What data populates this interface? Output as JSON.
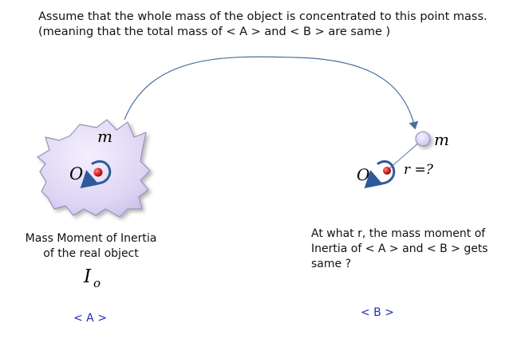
{
  "note": {
    "line1": "Assume that the whole mass of the object is concentrated to this point mass.",
    "line2": "(meaning that the total mass of < A > and < B > are same )"
  },
  "object_a": {
    "mass_symbol": "m",
    "origin_symbol": "O",
    "caption_line1": "Mass Moment of Inertia",
    "caption_line2": "of the real object",
    "inertia_symbol": "I",
    "inertia_subscript": "o",
    "tag": "< A >"
  },
  "object_b": {
    "mass_symbol": "m",
    "origin_symbol": "O",
    "radius_label": "r =?",
    "question_line1": "At what r, the mass moment of",
    "question_line2": "Inertia of < A > and < B > gets",
    "question_line3": "same ?",
    "tag": "< B >"
  },
  "colors": {
    "blob_fill": "#dcd3f3",
    "blob_stroke": "#9a90b8",
    "arrow": "#4a6f9c",
    "rotation": "#2f5a9a",
    "point_red": "#d41f1f",
    "point_mass": "#d8d0f3",
    "tag_text": "#1f2fb8"
  }
}
